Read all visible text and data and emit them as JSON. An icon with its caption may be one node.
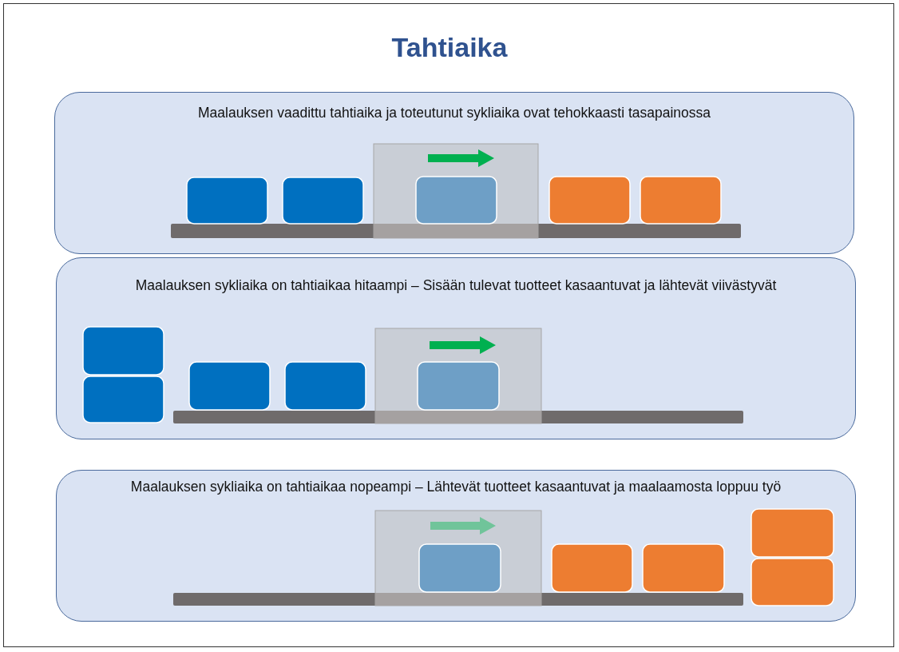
{
  "diagram": {
    "title": "Tahtiaika",
    "nodes": [
      {
        "text": [
          "Maalauksen vaadittu tahtiaika ja toteutunut sykliaika ovat tehokkaasti tasapainossa"
        ]
      },
      {
        "text": [
          "Maalauksen sykliaika on tahtiaikaa hitaampi – Sisään tulevat tuotteet kasaantuvat ja lähtevät viivästyvät"
        ]
      },
      {
        "text": [
          "Maalauksen sykliaika on tahtiaikaa nopeampi – Lähtevät tuotteet kasaantuvat ja maalaamosta loppuu työ"
        ]
      }
    ]
  }
}
